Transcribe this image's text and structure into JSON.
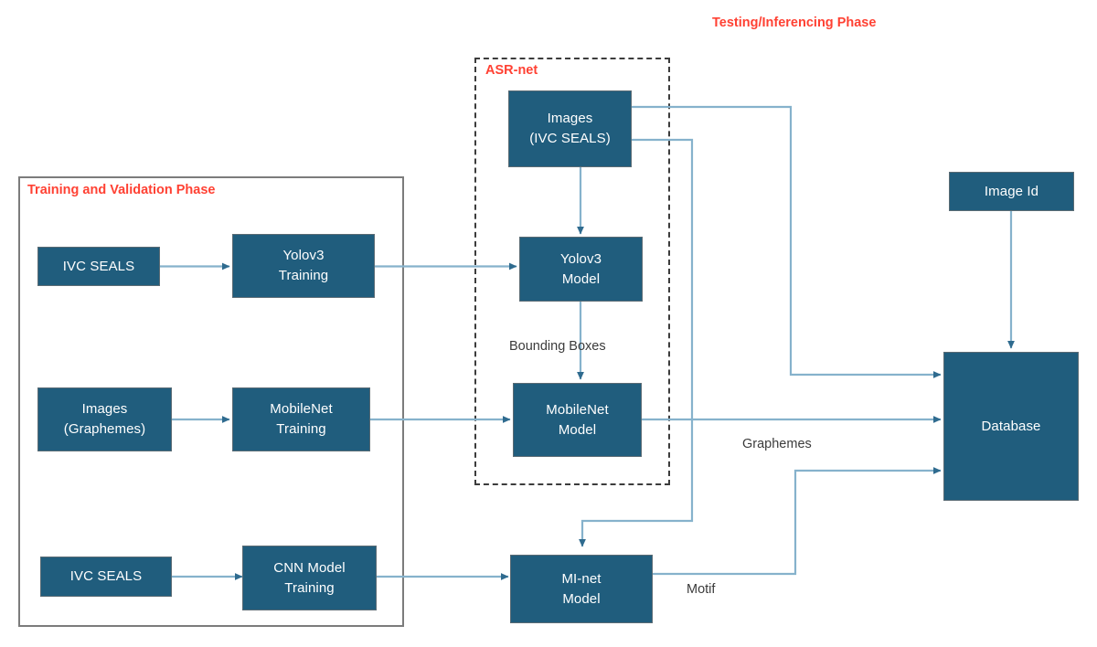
{
  "diagram": {
    "title": "ASR-net / MI-net training and inference pipeline",
    "colors": {
      "node_fill": "#205D7D",
      "node_text": "#ffffff",
      "edge": "#86b2cc",
      "phase_label": "#ff4133",
      "group_solid_border": "#7c7c7c",
      "group_dashed_border": "#3c3c3c",
      "background": "#ffffff"
    },
    "phase_labels": [
      {
        "id": "testing-phase",
        "text": "Testing/Inferencing Phase"
      },
      {
        "id": "asr-net",
        "text": "ASR-net"
      },
      {
        "id": "training-phase",
        "text": "Training and Validation Phase"
      }
    ],
    "nodes": [
      {
        "id": "images-ivc-seals",
        "lines": [
          "Images",
          "(IVC SEALS)"
        ]
      },
      {
        "id": "ivc-seals-top",
        "lines": [
          "IVC SEALS"
        ]
      },
      {
        "id": "yolov3-training",
        "lines": [
          "Yolov3",
          "Training"
        ]
      },
      {
        "id": "yolov3-model",
        "lines": [
          "Yolov3",
          "Model"
        ]
      },
      {
        "id": "images-graphemes",
        "lines": [
          "Images",
          "(Graphemes)"
        ]
      },
      {
        "id": "mobilenet-training",
        "lines": [
          "MobileNet",
          "Training"
        ]
      },
      {
        "id": "mobilenet-model",
        "lines": [
          "MobileNet",
          "Model"
        ]
      },
      {
        "id": "ivc-seals-bottom",
        "lines": [
          "IVC SEALS"
        ]
      },
      {
        "id": "cnn-model-training",
        "lines": [
          "CNN Model",
          "Training"
        ]
      },
      {
        "id": "mi-net-model",
        "lines": [
          "MI-net",
          "Model"
        ]
      },
      {
        "id": "image-id",
        "lines": [
          "Image Id"
        ]
      },
      {
        "id": "database",
        "lines": [
          "Database"
        ]
      }
    ],
    "edge_labels": [
      {
        "id": "bounding-boxes",
        "text": "Bounding Boxes"
      },
      {
        "id": "graphemes",
        "text": "Graphemes"
      },
      {
        "id": "motif",
        "text": "Motif"
      }
    ],
    "edges": [
      {
        "from": "ivc-seals-top",
        "to": "yolov3-training",
        "label": ""
      },
      {
        "from": "yolov3-training",
        "to": "yolov3-model",
        "label": ""
      },
      {
        "from": "images-ivc-seals",
        "to": "yolov3-model",
        "label": ""
      },
      {
        "from": "yolov3-model",
        "to": "mobilenet-model",
        "label": "Bounding Boxes"
      },
      {
        "from": "images-graphemes",
        "to": "mobilenet-training",
        "label": ""
      },
      {
        "from": "mobilenet-training",
        "to": "mobilenet-model",
        "label": ""
      },
      {
        "from": "mobilenet-model",
        "to": "database",
        "label": "Graphemes"
      },
      {
        "from": "ivc-seals-bottom",
        "to": "cnn-model-training",
        "label": ""
      },
      {
        "from": "cnn-model-training",
        "to": "mi-net-model",
        "label": ""
      },
      {
        "from": "images-ivc-seals",
        "to": "mi-net-model",
        "label": ""
      },
      {
        "from": "images-ivc-seals",
        "to": "database",
        "label": ""
      },
      {
        "from": "mi-net-model",
        "to": "database",
        "label": "Motif"
      },
      {
        "from": "image-id",
        "to": "database",
        "label": ""
      }
    ]
  }
}
